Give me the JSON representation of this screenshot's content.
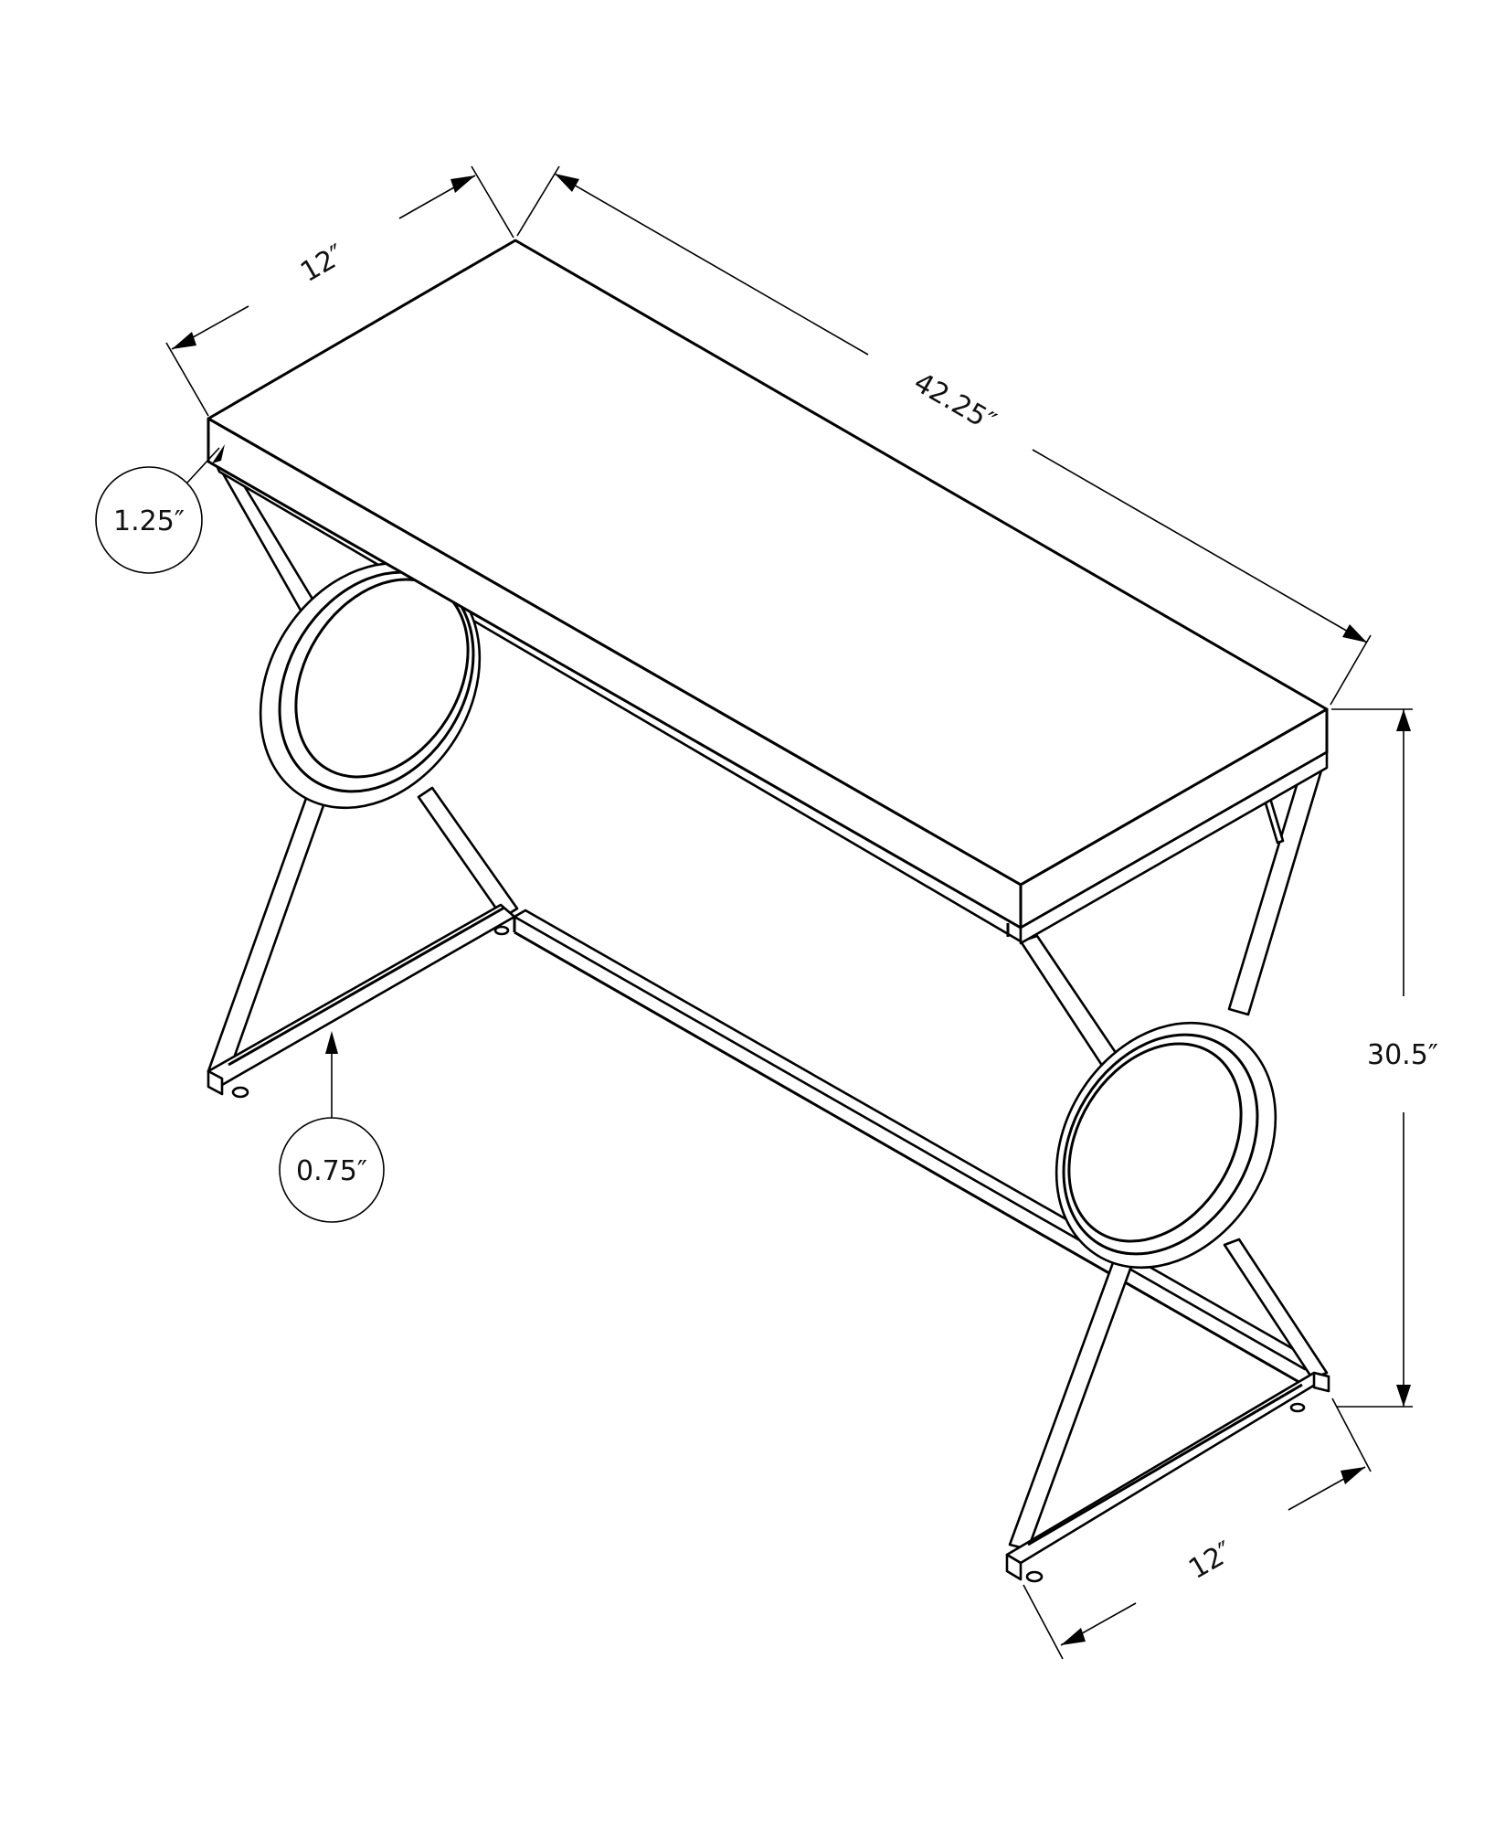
{
  "diagram": {
    "type": "product dimension line drawing",
    "subject": "console table with circular ring accents on X-shaped metal legs",
    "colors": {
      "line": "#000000",
      "background": "#ffffff"
    },
    "dimensions": {
      "top_depth": "12″",
      "top_length": "42.25″",
      "top_thickness": "1.25″",
      "leg_thickness": "0.75″",
      "height": "30.5″",
      "base_depth": "12″"
    }
  }
}
